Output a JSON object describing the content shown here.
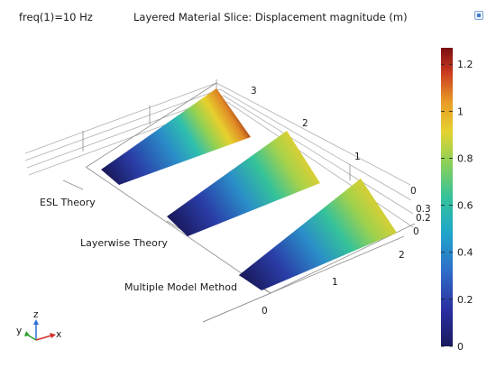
{
  "header": {
    "left_label": "freq(1)=10 Hz",
    "title": "Layered Material Slice: Displacement magnitude (m)"
  },
  "colorbar": {
    "ticks": [
      "1.2",
      "1",
      "0.8",
      "0.6",
      "0.4",
      "0.2",
      "0"
    ],
    "tick_values": [
      1.2,
      1.0,
      0.8,
      0.6,
      0.4,
      0.2,
      0.0
    ],
    "min": 0,
    "max": 1.27,
    "colormap": [
      "#1a1a5e",
      "#2a2ea0",
      "#2f6cc8",
      "#1fa6c9",
      "#35c29a",
      "#8fd155",
      "#e6d22f",
      "#e89a27",
      "#c9381f",
      "#7a0f10"
    ]
  },
  "model": {
    "labels": [
      "ESL Theory",
      "Layerwise Theory",
      "Multiple Model Method"
    ],
    "x_ticks": [
      "0",
      "1",
      "2"
    ],
    "y_ticks": [
      "1",
      "2",
      "3"
    ],
    "z_ticks": [
      "0",
      "0.3",
      "0.2",
      "0"
    ]
  },
  "axes_triad": {
    "z": "z",
    "y": "y",
    "x": "x"
  },
  "colors": {
    "x_axis": "#d32f2f",
    "y_axis": "#2e9d2e",
    "z_axis": "#2f6fd6"
  }
}
